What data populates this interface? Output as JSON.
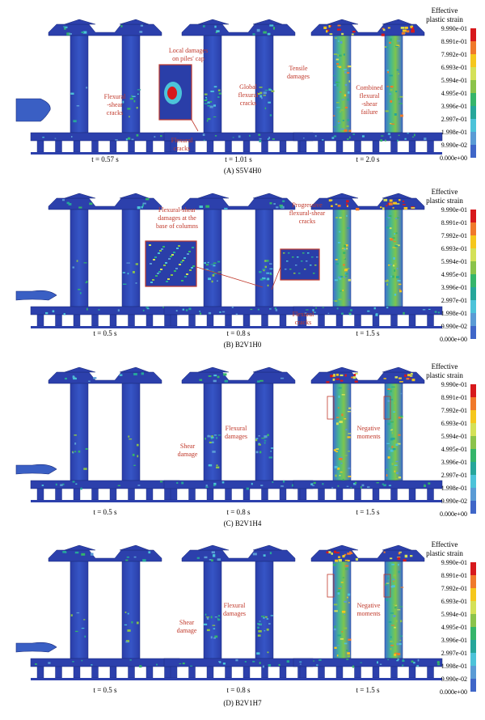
{
  "legend": {
    "title_line1": "Effective",
    "title_line2": "plastic strain",
    "colors": [
      "#d7191c",
      "#f0792a",
      "#f5c71c",
      "#d4e157",
      "#8bc34a",
      "#35b56a",
      "#26a69a",
      "#4cc3d9",
      "#5a9bd5",
      "#3f66c8",
      "#2b3fae"
    ],
    "values": [
      "9.990e-01",
      "8.991e-01",
      "7.992e-01",
      "6.993e-01",
      "5.994e-01",
      "4.995e-01",
      "3.996e-01",
      "2.997e-01",
      "1.998e-01",
      "9.990e-02",
      "0.000e+00"
    ]
  },
  "rows": [
    {
      "caption": "(A) S5V4H0",
      "times": [
        "t = 0.57 s",
        "t = 1.01 s",
        "t = 2.0 s"
      ],
      "annotations": [
        [
          "Flexural",
          "-shear",
          "cracks"
        ],
        [
          "Flexural",
          "cracks"
        ],
        [
          "Local damages",
          "on piles' cap"
        ],
        [
          "Global",
          "flexural",
          "cracks"
        ],
        [
          "Tensile",
          "damages"
        ],
        [
          "Combined",
          "flexural",
          "-shear",
          "failure"
        ]
      ]
    },
    {
      "caption": "(B) B2V1H0",
      "times": [
        "t = 0.5 s",
        "t = 0.8 s",
        "t = 1.5 s"
      ],
      "annotations": [
        [
          "Flexural-shear",
          "damages at the",
          "base of columns"
        ],
        [
          "Progressive",
          "flexural-shear",
          "cracks"
        ],
        [
          "Flexural",
          "cracks"
        ]
      ]
    },
    {
      "caption": "(C) B2V1H4",
      "times": [
        "t = 0.5 s",
        "t = 0.8 s",
        "t = 1.5 s"
      ],
      "annotations": [
        [
          "Shear",
          "damage"
        ],
        [
          "Flexural",
          "damages"
        ],
        [
          "Negative",
          "moments"
        ]
      ]
    },
    {
      "caption": "(D) B2V1H7",
      "times": [
        "t = 0.5 s",
        "t = 0.8 s",
        "t = 1.5 s"
      ],
      "annotations": [
        [
          "Shear",
          "damage"
        ],
        [
          "Flexural",
          "damages"
        ],
        [
          "Negative",
          "moments"
        ]
      ]
    }
  ]
}
